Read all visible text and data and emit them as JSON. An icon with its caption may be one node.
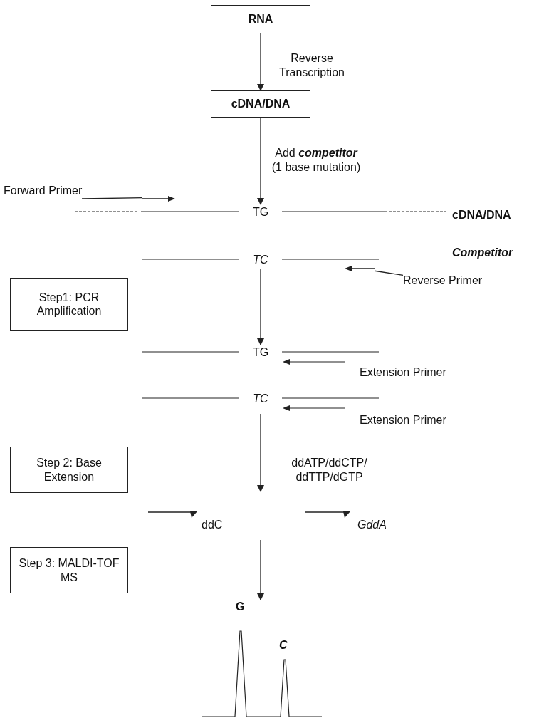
{
  "diagram": {
    "nodes": [
      {
        "text": [
          "RNA"
        ]
      },
      {
        "text": [
          "cDNA/DNA"
        ]
      },
      {
        "text": [
          "Forward Primer"
        ]
      },
      {
        "text": [],
        "shape": "arrow"
      },
      {
        "text": [
          "TG"
        ],
        "beside": [
          "cDNA/DNA"
        ]
      },
      {
        "text": [
          "TC"
        ]
      },
      {
        "text": [],
        "shape": "arrow"
      },
      {
        "text": [
          "Reverse Primer"
        ]
      },
      {
        "text": [
          "Step1: PCR Amplification"
        ]
      },
      {
        "text": [
          "TG"
        ]
      },
      {
        "text": [
          "TC"
        ]
      },
      {
        "text": [
          "Step 2: Base Extension"
        ]
      },
      {
        "text": [
          "Step 3: MALDI-TOF MS"
        ]
      },
      {
        "text": [
          "G",
          "C"
        ]
      }
    ],
    "edges": [
      {
        "from": 0,
        "to": 1,
        "arrow": "to",
        "label": "Reverse Transcription"
      },
      {
        "from": 1,
        "to": 4,
        "arrow": "to",
        "label": "Add **competitor** (1 base mutation)"
      },
      {
        "from": 2,
        "to": 3,
        "arrow": "none"
      },
      {
        "from": 7,
        "to": 6,
        "arrow": "none"
      },
      {
        "from": 5,
        "to": 9,
        "arrow": "to"
      },
      {
        "from": 10,
        "to": null,
        "arrow": "to",
        "label": "ddATP/ddCTP/ ddTTP/dGTP"
      },
      {
        "from": null,
        "to": 13,
        "arrow": "to"
      }
    ],
    "labels": [
      "Competitor",
      "Extension Primer",
      "Extension Primer",
      "ddC",
      "GddA"
    ]
  }
}
